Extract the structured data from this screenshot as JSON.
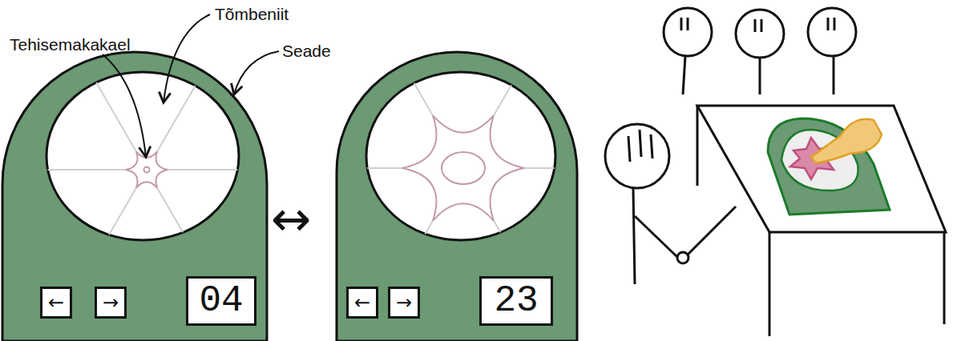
{
  "diagram": {
    "nodes": [
      {
        "text": [
          "←"
        ]
      },
      {
        "text": [
          "→"
        ]
      },
      {
        "text": [
          "04"
        ]
      },
      {
        "text": [
          "←"
        ]
      },
      {
        "text": [
          "→"
        ]
      },
      {
        "text": [
          "23"
        ]
      }
    ],
    "labels": [
      "Tehisemakakael",
      "Tõmbeniit",
      "Seade",
      "↔"
    ]
  }
}
